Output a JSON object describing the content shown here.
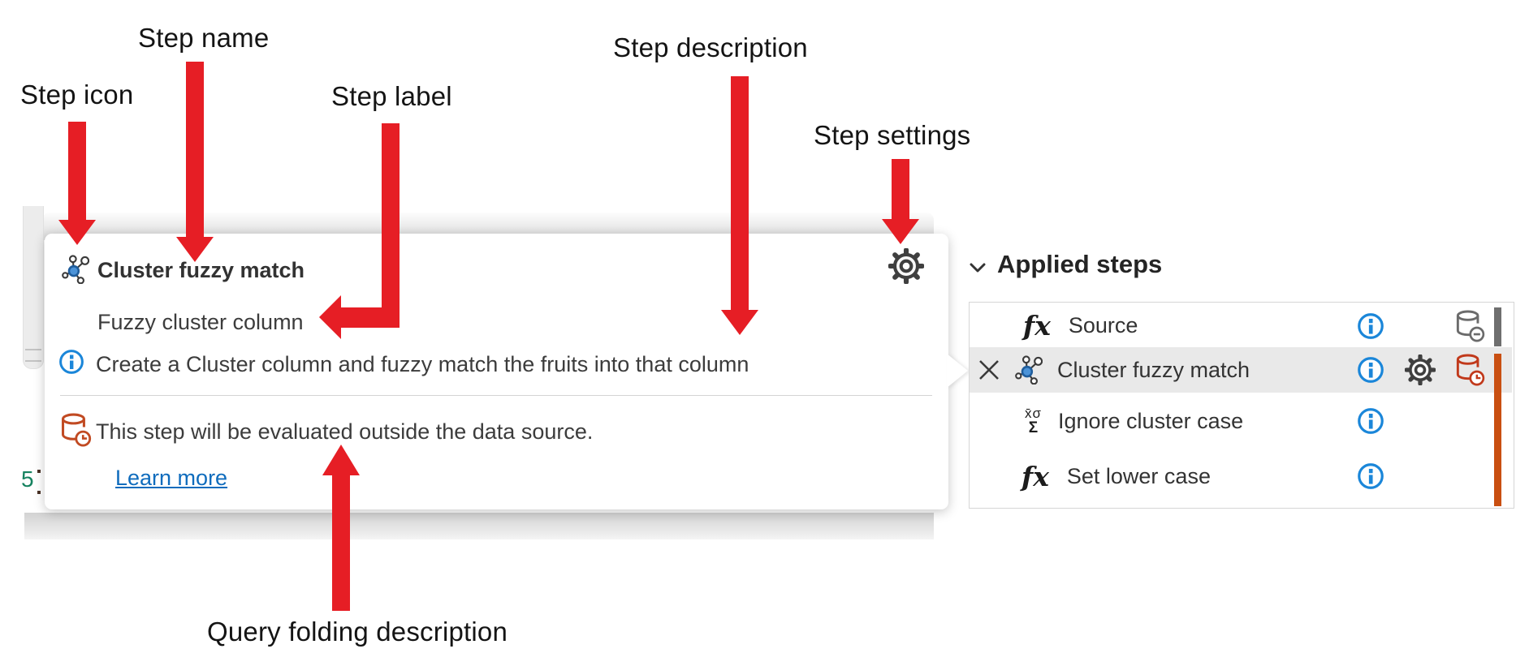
{
  "annotations": {
    "step_icon": {
      "label": "Step icon"
    },
    "step_name": {
      "label": "Step name"
    },
    "step_label": {
      "label": "Step label"
    },
    "step_description": {
      "label": "Step description"
    },
    "step_settings": {
      "label": "Step settings"
    },
    "query_folding": {
      "label": "Query folding description"
    }
  },
  "tooltip": {
    "step_name": "Cluster fuzzy match",
    "step_label": "Fuzzy cluster column",
    "step_description": "Create a Cluster column and fuzzy match the fruits into that column",
    "folding_text": "This step will be evaluated outside the data source.",
    "learn_more_label": "Learn more"
  },
  "editor_fragment": {
    "line_number": "5"
  },
  "applied_steps": {
    "title": "Applied steps",
    "steps": [
      {
        "name": "Source",
        "icon": "fx",
        "selected": false,
        "has_info": true,
        "has_settings": false,
        "folding_indicator": "gray-database-minus"
      },
      {
        "name": "Cluster fuzzy match",
        "icon": "cluster",
        "selected": true,
        "has_info": true,
        "has_settings": true,
        "folding_indicator": "red-database-clock"
      },
      {
        "name": "Ignore cluster case",
        "icon": "sigma",
        "selected": false,
        "has_info": true,
        "has_settings": false,
        "folding_indicator": ""
      },
      {
        "name": "Set lower case",
        "icon": "fx",
        "selected": false,
        "has_info": true,
        "has_settings": false,
        "folding_indicator": ""
      }
    ]
  },
  "icon_glyphs": {
    "fx": "fx",
    "sigma_top": "x̄σ",
    "sigma_bottom": "Σ"
  },
  "colors": {
    "arrow_red": "#e61e25",
    "info_blue": "#1a86d9",
    "folding_red": "#c14a22",
    "folding_bar_orange": "#c94f11",
    "source_bar_gray": "#6f6f6f",
    "link_blue": "#0f6cbd",
    "selected_row": "#e9e9e9",
    "line_number_green": "#15825f"
  }
}
